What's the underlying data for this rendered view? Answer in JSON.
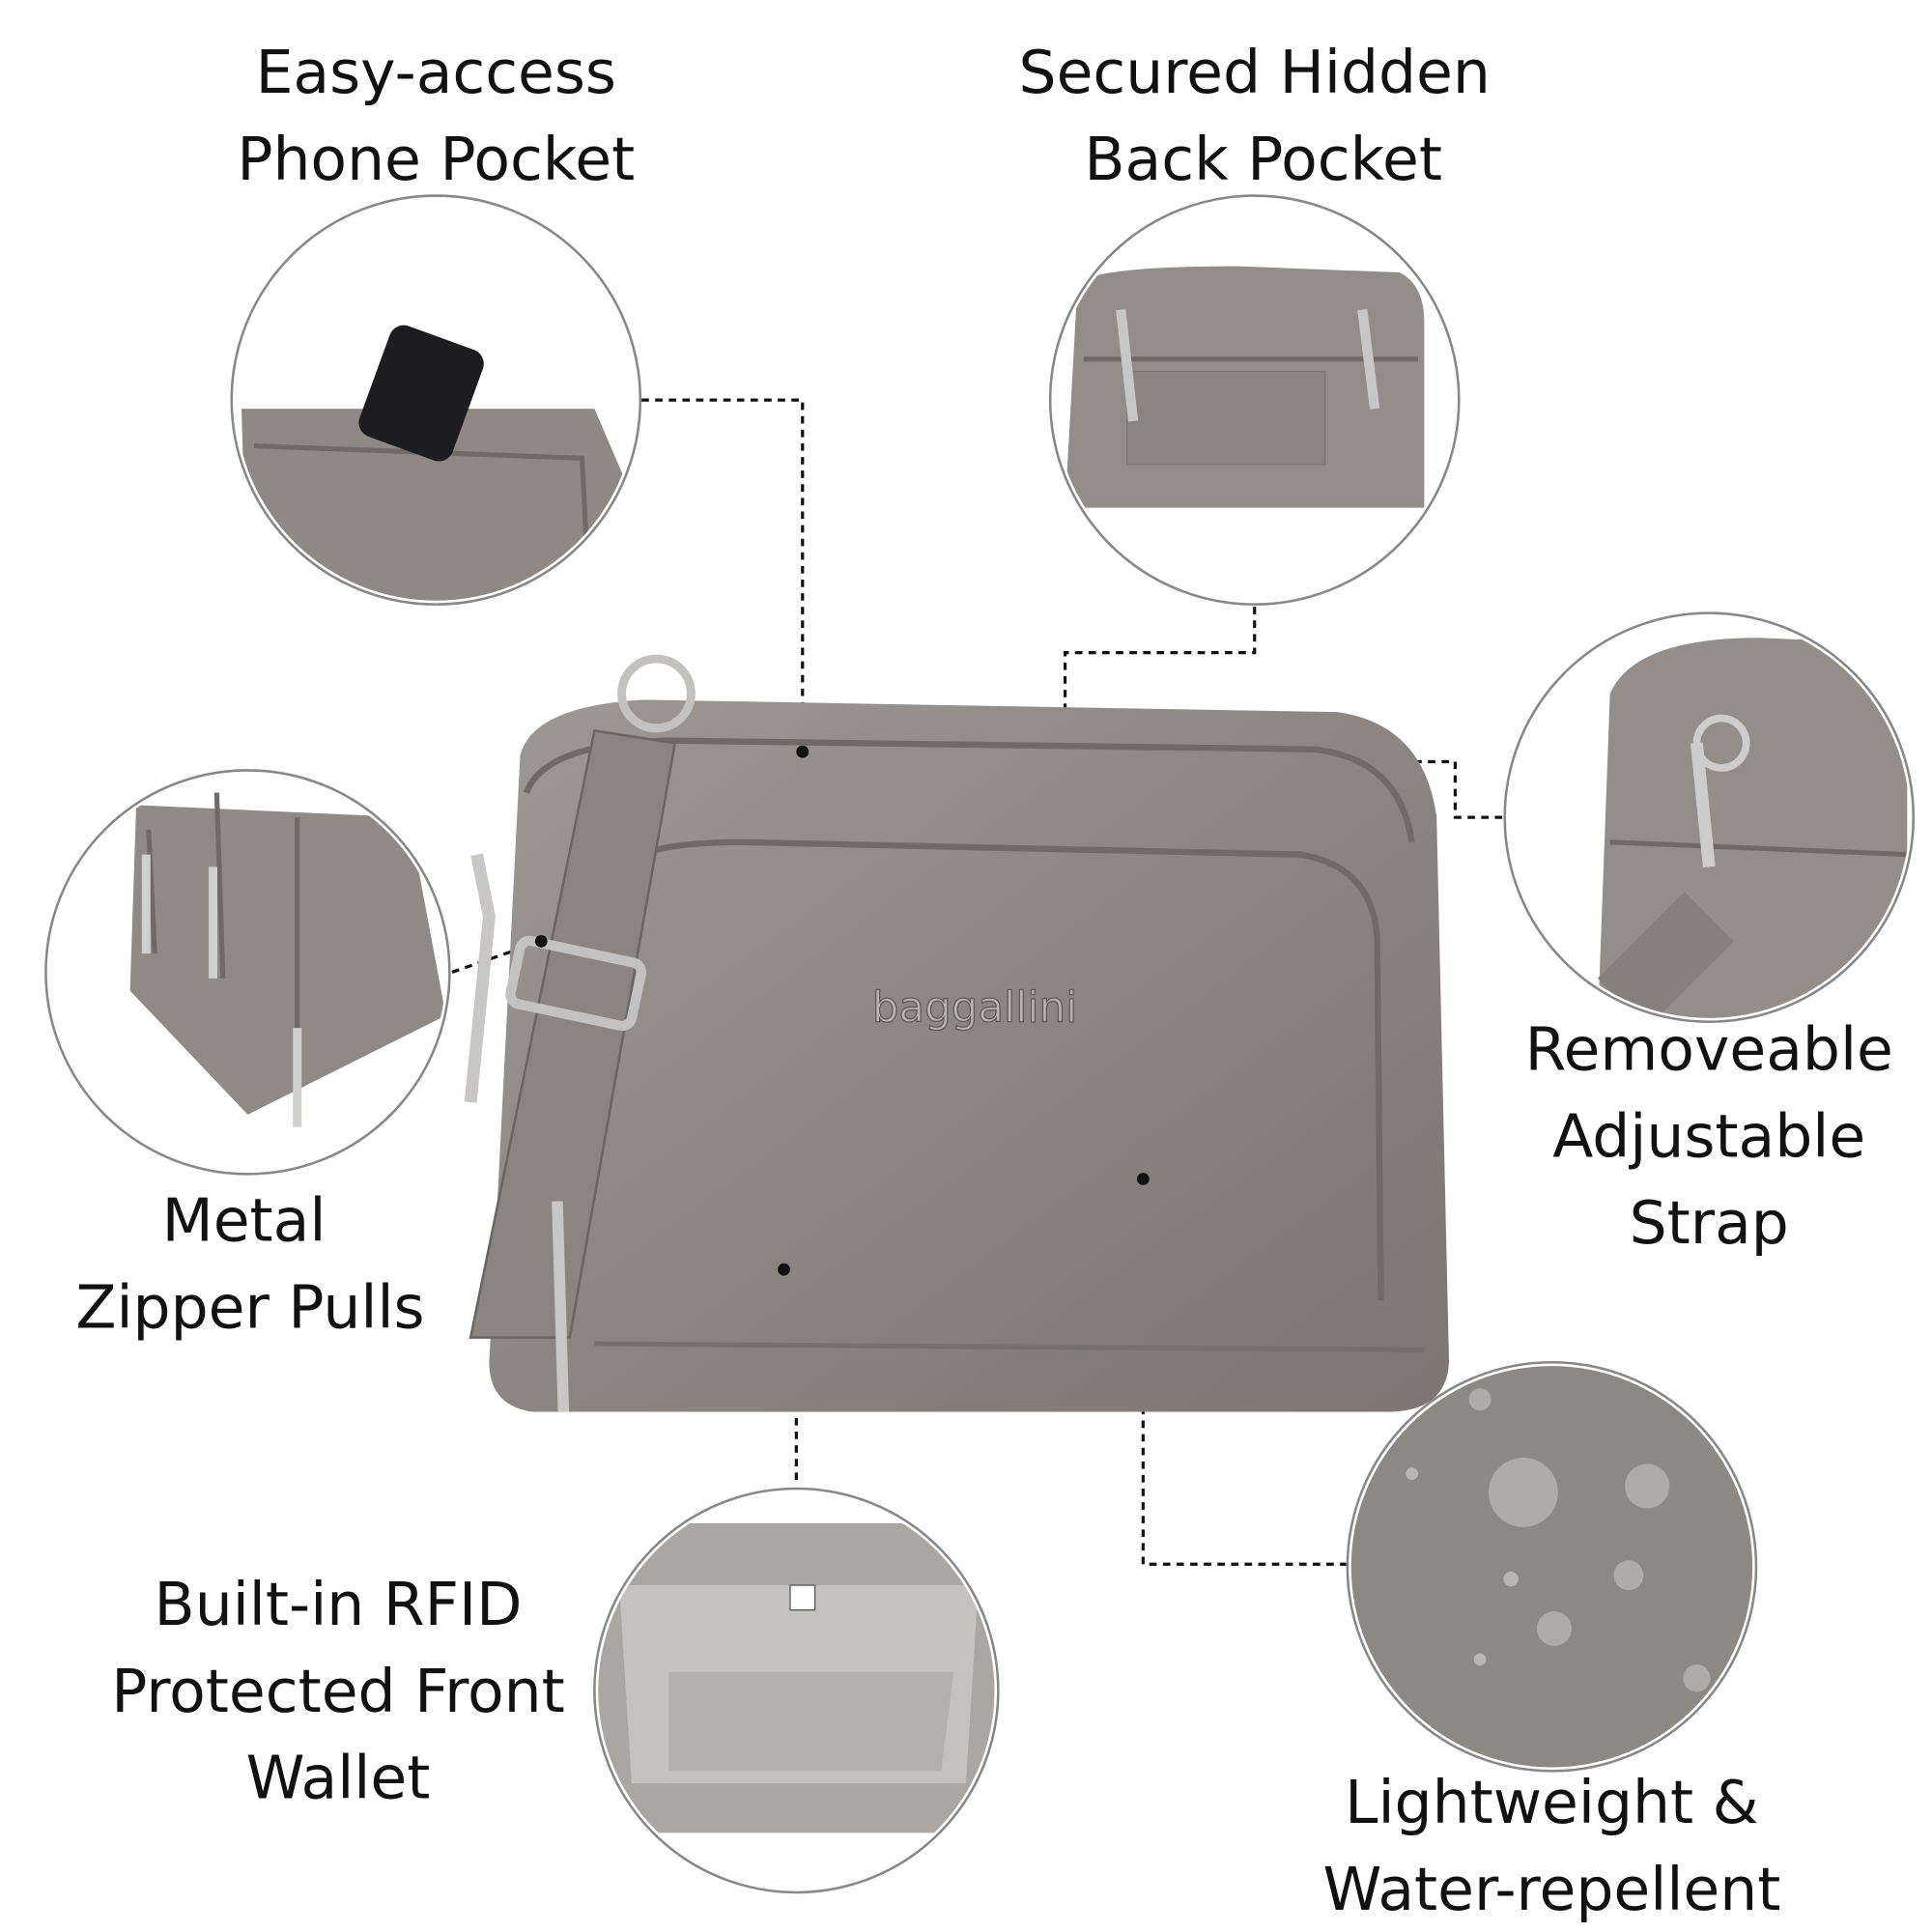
{
  "features": {
    "phone_pocket": [
      "Easy-access",
      "Phone Pocket"
    ],
    "back_pocket": [
      "Secured Hidden",
      "Back Pocket"
    ],
    "strap": [
      "Removeable",
      "Adjustable",
      "Strap"
    ],
    "zipper": [
      "Metal",
      "Zipper Pulls"
    ],
    "rfid": [
      "Built-in RFID",
      "Protected Front",
      "Wallet"
    ],
    "water": [
      "Lightweight &",
      "Water-repellent"
    ]
  },
  "bag": {
    "logo": "baggallini"
  },
  "colors": {
    "bag": "#8f8a86",
    "bag_dark": "#6f6a66",
    "accent_line": "#111111"
  }
}
